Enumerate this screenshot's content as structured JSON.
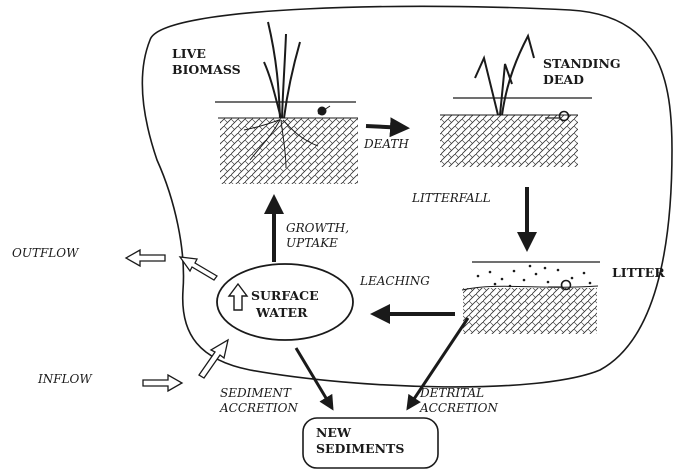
{
  "compartments": {
    "live_biomass": {
      "line1": "LIVE",
      "line2": "BIOMASS"
    },
    "standing_dead": {
      "line1": "STANDING",
      "line2": "DEAD"
    },
    "litter": {
      "label": "LITTER"
    },
    "surface_water": {
      "line1": "SURFACE",
      "line2": "WATER"
    },
    "new_sediments": {
      "line1": "NEW",
      "line2": "SEDIMENTS"
    }
  },
  "flows": {
    "death": "DEATH",
    "litterfall": "LITTERFALL",
    "growth": {
      "line1": "GROWTH,",
      "line2": "UPTAKE"
    },
    "leaching": "LEACHING",
    "outflow": "OUTFLOW",
    "inflow": "INFLOW",
    "sediment_accretion": {
      "line1": "SEDIMENT",
      "line2": "ACCRETION"
    },
    "detrital_accretion": {
      "line1": "DETRITAL",
      "line2": "ACCRETION"
    }
  },
  "colors": {
    "ink": "#1a1a1a",
    "background": "#ffffff"
  },
  "icons": [
    "marsh-plant-icon",
    "dead-plant-icon",
    "snail-icon",
    "soil-hatch-pattern"
  ]
}
